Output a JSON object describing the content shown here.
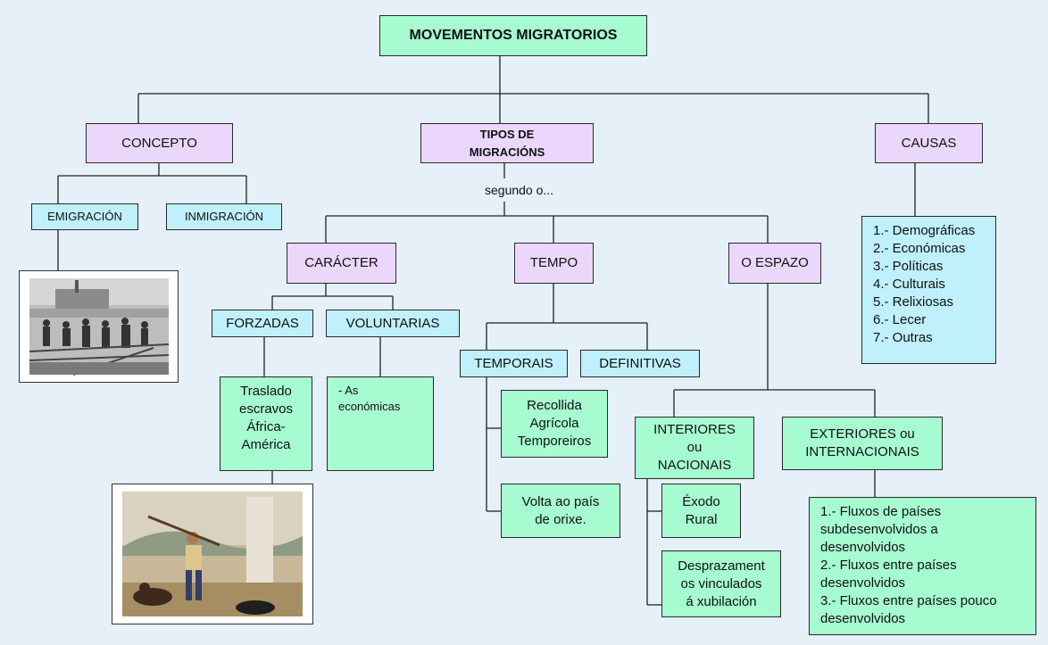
{
  "title": "MOVEMENTOS MIGRATORIOS",
  "concepto": {
    "label": "CONCEPTO",
    "emigracion": "EMIGRACIÓN",
    "inmigracion": "INMIGRACIÓN"
  },
  "tipos": {
    "label_line1": "TIPOS DE",
    "label_line2": "MIGRACIÓNS",
    "segundo": "segundo o...",
    "caracter": {
      "label": "CARÁCTER",
      "forzadas": "FORZADAS",
      "voluntarias": "VOLUNTARIAS",
      "forzadas_example": [
        "Traslado",
        "escravos",
        "África-",
        "América"
      ],
      "voluntarias_example": [
        "- As",
        "económicas"
      ]
    },
    "tempo": {
      "label": "TEMPO",
      "temporais": "TEMPORAIS",
      "definitivas": "DEFINITIVAS",
      "examples": [
        [
          "Recollida",
          "Agrícola",
          "Temporeiros"
        ],
        [
          "Volta ao país",
          "de orixe."
        ]
      ]
    },
    "espazo": {
      "label": "O ESPAZO",
      "interiores": [
        "INTERIORES",
        "ou",
        "NACIONAIS"
      ],
      "exteriores": [
        "EXTERIORES ou",
        "INTERNACIONAIS"
      ],
      "interiores_examples": [
        [
          "Éxodo",
          "Rural"
        ],
        [
          "Desprazament",
          "os vinculados",
          "á xubilación"
        ]
      ],
      "exteriores_list": [
        "1.- Fluxos de países",
        "subdesenvolvidos a",
        "desenvolvidos",
        "2.- Fluxos entre países",
        "desenvolvidos",
        "3.- Fluxos entre países pouco",
        "desenvolvidos"
      ]
    }
  },
  "causas": {
    "label": "CAUSAS",
    "items": [
      "1.- Demográficas",
      "2.- Económicas",
      "3.- Políticas",
      "4.- Culturais",
      "5.- Relixiosas",
      "6.- Lecer",
      "7.- Outras"
    ]
  },
  "colors": {
    "green": "#a6fbd1",
    "purple": "#ebd7fb",
    "blue": "#bff0fb",
    "background": "#e6f0f8"
  }
}
